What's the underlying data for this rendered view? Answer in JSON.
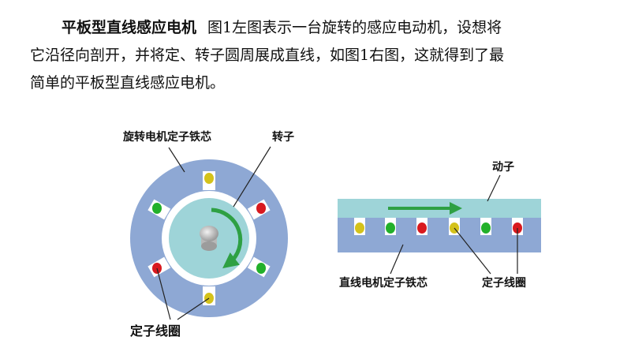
{
  "paragraph": {
    "heading": "平板型直线感应电机",
    "line1_rest": "图1左图表示一台旋转的感应电动机，设想将",
    "line2": "它沿径向剖开，并将定、转子圆周展成直线，如图1右图，这就得到了最",
    "line3": "简单的平板型直线感应电机。"
  },
  "figure": {
    "left": {
      "stator_core_label": "旋转电机定子铁芯",
      "rotor_label": "转子",
      "coil_label": "定子线圈"
    },
    "right": {
      "mover_label": "动子",
      "core_label": "直线电机定子铁芯",
      "coil_label": "定子线圈"
    },
    "colors": {
      "stator": "#8ea8d4",
      "rotor": "#9ed4d8",
      "arrow": "#2ea043",
      "coil_yellow": "#d4c21a",
      "coil_green": "#22b02a",
      "coil_red": "#d8191f"
    }
  }
}
